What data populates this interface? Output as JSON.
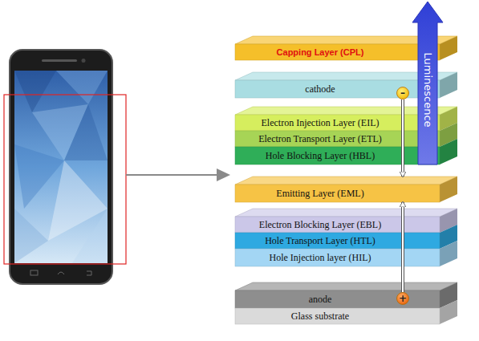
{
  "diagram": {
    "nodes": [
      {
        "text": [
          "Capping Layer (CPL)"
        ]
      },
      {
        "text": [
          "Luminescence"
        ]
      },
      {
        "text": [
          "cathode"
        ]
      },
      {
        "text": [
          "–"
        ]
      },
      {
        "text": [
          "Electron Injection Layer (EIL)"
        ]
      },
      {
        "text": [
          "Electron Transport Layer (ETL)"
        ]
      },
      {
        "text": [
          "Hole Blocking Layer (HBL)"
        ]
      },
      {
        "text": [
          "Emitting Layer (EML)"
        ]
      },
      {
        "text": [
          "Electron Blocking Layer (EBL)"
        ]
      },
      {
        "text": [
          "Hole Transport Layer (HTL)"
        ]
      },
      {
        "text": [
          "Hole Injection layer (HIL)"
        ]
      },
      {
        "text": [
          "anode"
        ]
      },
      {
        "text": [
          "+"
        ]
      },
      {
        "text": [
          "Glass substrate"
        ]
      }
    ],
    "edges": [
      {
        "from": 3,
        "to": 7,
        "arrow": "to"
      },
      {
        "from": 12,
        "to": 7,
        "arrow": "to"
      }
    ]
  }
}
